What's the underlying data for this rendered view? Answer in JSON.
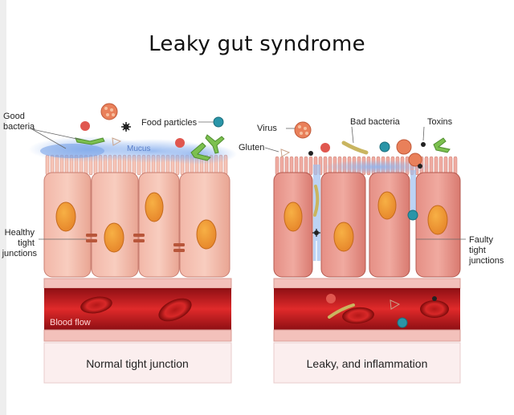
{
  "title": "Leaky gut syndrome",
  "left_panel": {
    "labels": {
      "good_bacteria": [
        "Good",
        "bacteria"
      ],
      "food_particles": "Food particles",
      "mucus": "Mucus",
      "healthy_junctions": [
        "Healthy",
        "tight",
        "junctions"
      ],
      "blood_flow": "Blood flow"
    },
    "caption": "Normal tight junction"
  },
  "right_panel": {
    "labels": {
      "virus": "Virus",
      "gluten": "Gluten",
      "bad_bacteria": "Bad bacteria",
      "toxins": "Toxins",
      "faulty_junctions": [
        "Faulty",
        "tight",
        "junctions"
      ]
    },
    "caption": "Leaky, and inflammation"
  }
}
